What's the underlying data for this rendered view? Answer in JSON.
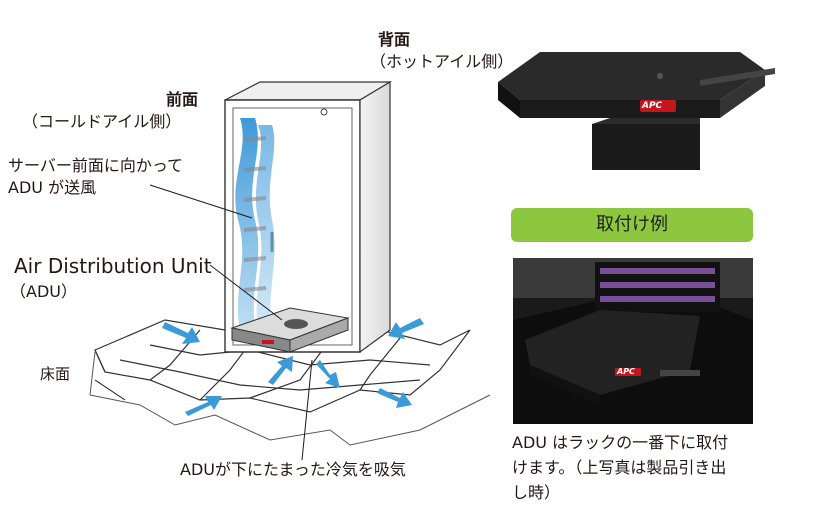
{
  "labels": {
    "back_title": "背面",
    "back_sub": "（ホットアイル側）",
    "front_title": "前面",
    "front_sub": "（コールドアイル側）",
    "blow_line1": "サーバー前面に向かって",
    "blow_line2": "ADU が送風",
    "adu_name": "Air Distribution Unit",
    "adu_abbr": "（ADU）",
    "floor": "床面",
    "intake": "ADUが下にたまった冷気を吸気"
  },
  "example": {
    "badge": "取付け例",
    "caption_line1": "ADU はラックの一番下に取付",
    "caption_line2": "けます。（上写真は製品引き出",
    "caption_line3": "し時）"
  },
  "brand": "APC",
  "colors": {
    "arrow_blue": "#3b9ad8",
    "badge_green": "#8dc63f",
    "apc_red": "#c4161c"
  }
}
